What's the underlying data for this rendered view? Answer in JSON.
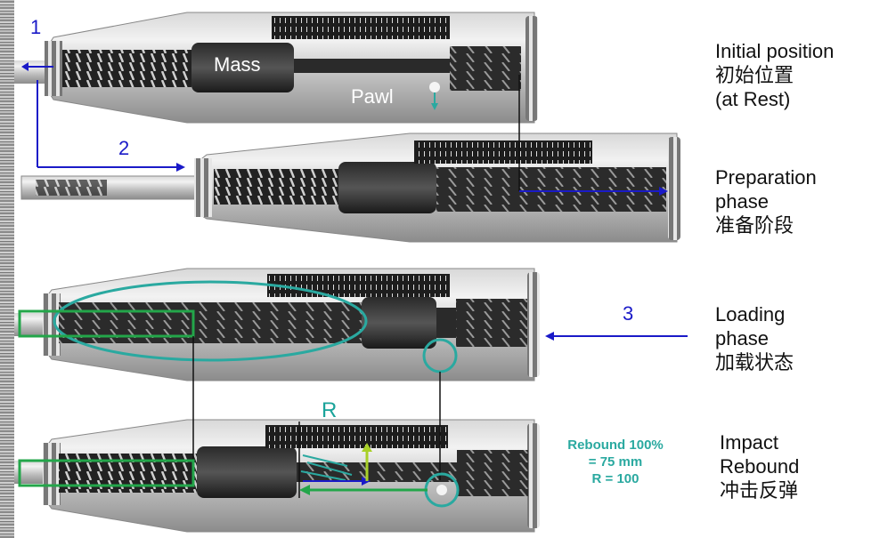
{
  "phases": [
    {
      "id": "initial",
      "lines": [
        "Initial position",
        "初始位置",
        "(at Rest)"
      ]
    },
    {
      "id": "preparation",
      "lines": [
        "Preparation",
        "phase",
        "准备阶段"
      ]
    },
    {
      "id": "loading",
      "lines": [
        "Loading",
        "phase",
        "加载状态"
      ]
    },
    {
      "id": "impact",
      "lines": [
        "Impact",
        "Rebound",
        "冲击反弹"
      ]
    }
  ],
  "steps": {
    "one": "1",
    "two": "2",
    "three": "3"
  },
  "parts": {
    "mass": "Mass",
    "pawl": "Pawl"
  },
  "r_label": "R",
  "rebound_note": {
    "line1": "Rebound 100%",
    "line2": "= 75 mm",
    "line3": "R = 100"
  },
  "colors": {
    "arrow": "#1a1ac8",
    "highlight": "#2aa9a0",
    "box": "#23a64a",
    "lime": "#a8d028"
  }
}
